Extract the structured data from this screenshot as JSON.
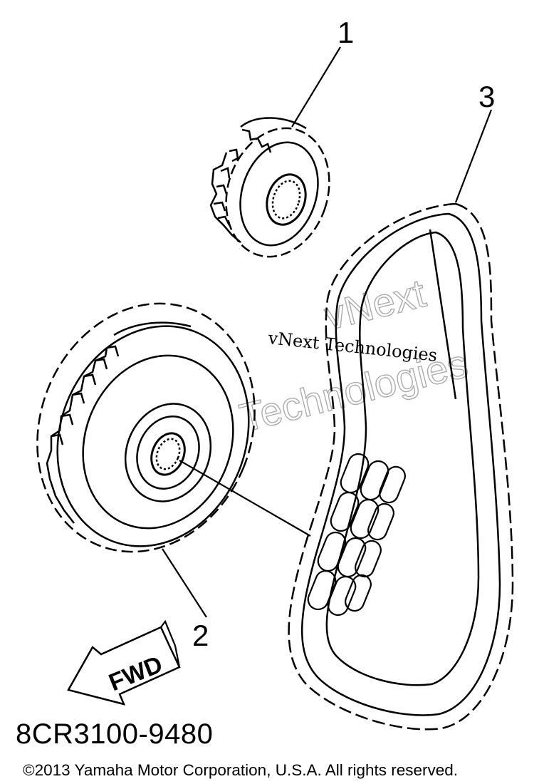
{
  "callouts": [
    {
      "id": 1,
      "label": "1"
    },
    {
      "id": 2,
      "label": "2"
    },
    {
      "id": 3,
      "label": "3"
    }
  ],
  "direction_arrow": {
    "label": "FWD"
  },
  "watermark": {
    "line_small": "vNext Technologies",
    "line_big_1": "vNext",
    "line_big_2": "Technologies"
  },
  "part_number": "8CR3100-9480",
  "copyright": "©2013 Yamaha Motor Corporation, U.S.A. All rights reserved."
}
